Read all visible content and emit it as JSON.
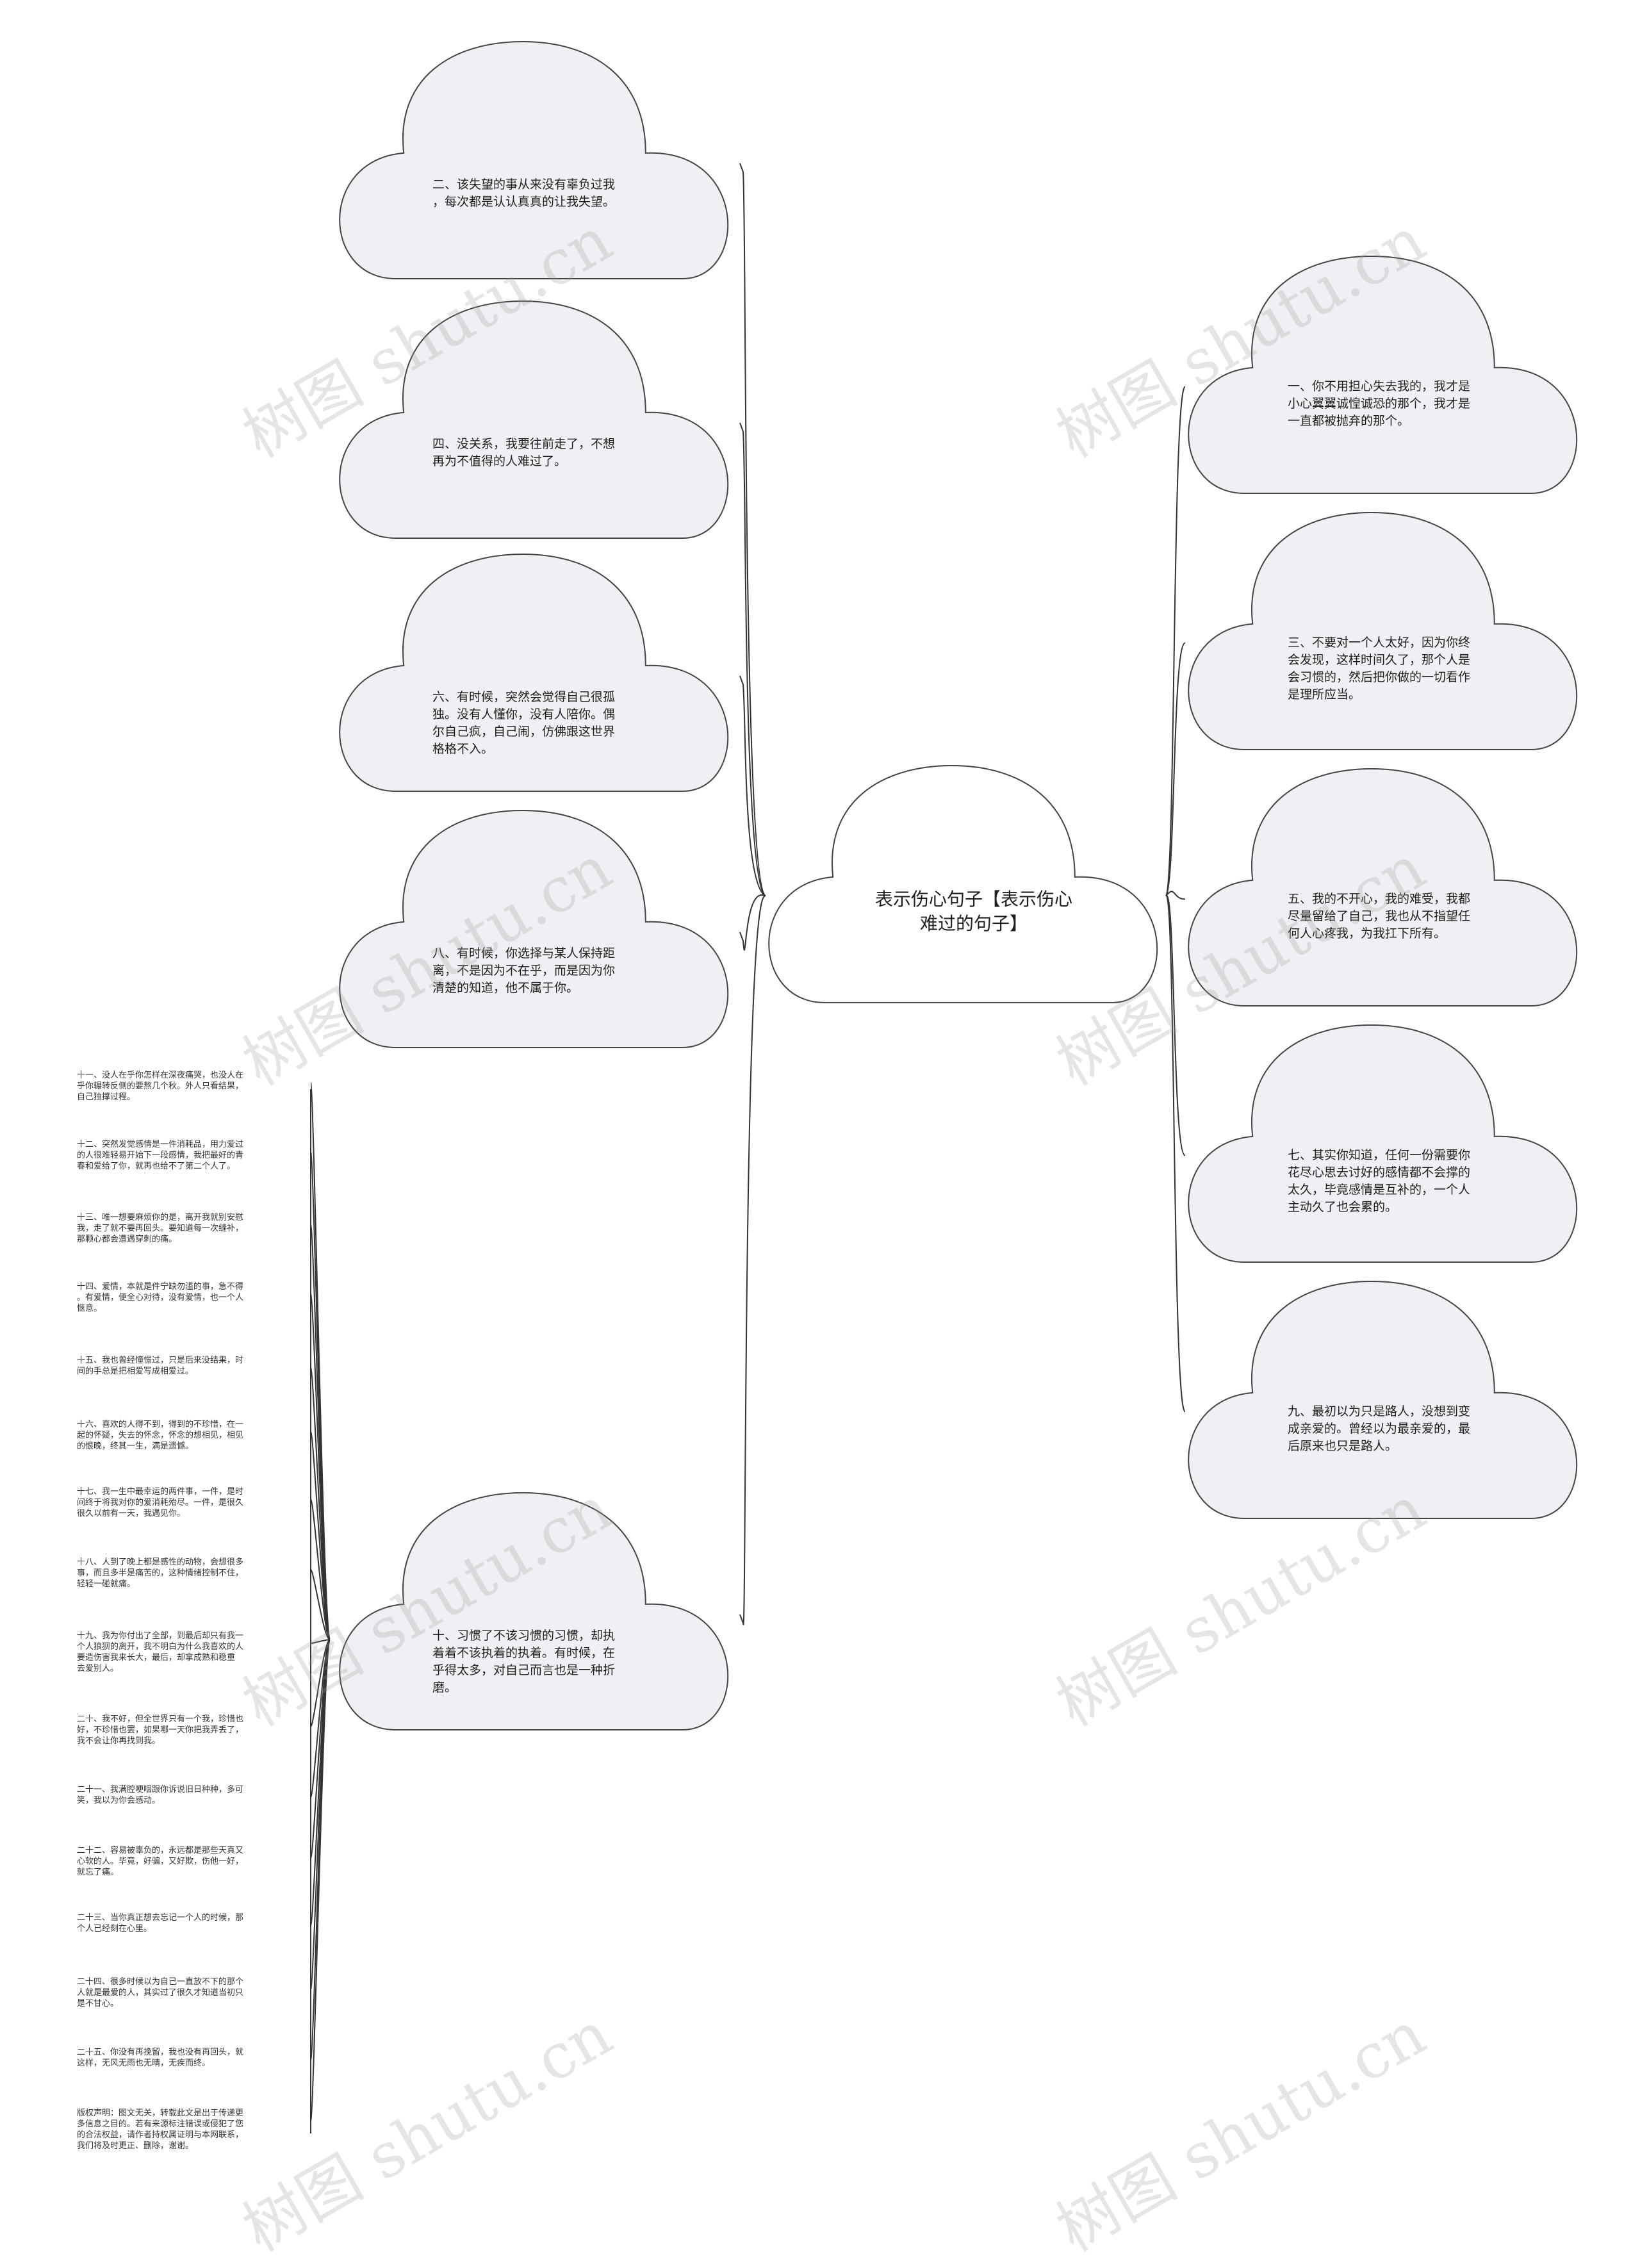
{
  "center": {
    "lines": [
      "表示伤心句子【表示伤心",
      "难过的句子】"
    ]
  },
  "left_nodes": [
    {
      "lines": [
        "二、该失望的事从来没有辜负过我",
        "，每次都是认认真真的让我失望。"
      ]
    },
    {
      "lines": [
        "四、没关系，我要往前走了，不想",
        "再为不值得的人难过了。"
      ]
    },
    {
      "lines": [
        "六、有时候，突然会觉得自己很孤",
        "独。没有人懂你，没有人陪你。偶",
        "尔自己疯，自己闹，仿佛跟这世界",
        "格格不入。"
      ]
    },
    {
      "lines": [
        "八、有时候，你选择与某人保持距",
        "离，不是因为不在乎，而是因为你",
        "清楚的知道，他不属于你。"
      ]
    },
    {
      "lines": [
        "十、习惯了不该习惯的习惯，却执",
        "着着不该执着的执着。有时候，在",
        "乎得太多，对自己而言也是一种折",
        "磨。"
      ]
    }
  ],
  "right_nodes": [
    {
      "lines": [
        "一、你不用担心失去我的，我才是",
        "小心翼翼诚惶诚恐的那个，我才是",
        "一直都被抛弃的那个。"
      ]
    },
    {
      "lines": [
        "三、不要对一个人太好，因为你终",
        "会发现，这样时间久了，那个人是",
        "会习惯的，然后把你做的一切看作",
        "是理所应当。"
      ]
    },
    {
      "lines": [
        "五、我的不开心，我的难受，我都",
        "尽量留给了自己，我也从不指望任",
        "何人心疼我，为我扛下所有。"
      ]
    },
    {
      "lines": [
        "七、其实你知道，任何一份需要你",
        "花尽心思去讨好的感情都不会撑的",
        "太久，毕竟感情是互补的，一个人",
        "主动久了也会累的。"
      ]
    },
    {
      "lines": [
        "九、最初以为只是路人，没想到变",
        "成亲爱的。曾经以为最亲爱的，最",
        "后原来也只是路人。"
      ]
    }
  ],
  "leaf_nodes": [
    {
      "lines": [
        "十一、没人在乎你怎样在深夜痛哭，也没人在",
        "乎你辗转反侧的要熬几个秋。外人只看结果，",
        "自己独撑过程。"
      ]
    },
    {
      "lines": [
        "十二、突然发觉感情是一件消耗品，用力爱过",
        "的人很难轻易开始下一段感情，我把最好的青",
        "春和爱给了你，就再也给不了第二个人了。"
      ]
    },
    {
      "lines": [
        "十三、唯一想要麻烦你的是，离开我就别安慰",
        "我，走了就不要再回头。要知道每一次缝补，",
        "那颗心都会遭遇穿刺的痛。"
      ]
    },
    {
      "lines": [
        "十四、爱情，本就是件宁缺勿滥的事，急不得",
        "。有爱情，便全心对待，没有爱情，也一个人",
        "惬意。"
      ]
    },
    {
      "lines": [
        "十五、我也曾经憧憬过，只是后来没结果，时",
        "间的手总是把相爱写成相爱过。"
      ]
    },
    {
      "lines": [
        "十六、喜欢的人得不到，得到的不珍惜，在一",
        "起的怀疑，失去的怀念，怀念的想相见，相见",
        "的恨晚，终其一生，满是遗憾。"
      ]
    },
    {
      "lines": [
        "十七、我一生中最幸运的两件事，一件，是时",
        "间终于将我对你的爱消耗殆尽。一件，是很久",
        "很久以前有一天，我遇见你。"
      ]
    },
    {
      "lines": [
        "十八、人到了晚上都是感性的动物，会想很多",
        "事，而且多半是痛苦的，这种情绪控制不住，",
        "轻轻一碰就痛。"
      ]
    },
    {
      "lines": [
        "十九、我为你付出了全部，到最后却只有我一",
        "个人狼狈的离开，我不明白为什么我喜欢的人",
        "要造伤害我来长大，最后，却拿成熟和稳重",
        "去爱别人。"
      ]
    },
    {
      "lines": [
        "二十、我不好，但全世界只有一个我，珍惜也",
        "好，不珍惜也罢，如果哪一天你把我弄丢了，",
        "我不会让你再找到我。"
      ]
    },
    {
      "lines": [
        "二十一、我满腔哽咽跟你诉说旧日种种，多可",
        "笑，我以为你会感动。"
      ]
    },
    {
      "lines": [
        "二十二、容易被辜负的，永远都是那些天真又",
        "心软的人。毕竟，好骗，又好欺，伤他一好，",
        "就忘了痛。"
      ]
    },
    {
      "lines": [
        "二十三、当你真正想去忘记一个人的时候，那",
        "个人已经刻在心里。"
      ]
    },
    {
      "lines": [
        "二十四、很多时候以为自己一直放不下的那个",
        "人就是最爱的人，其实过了很久才知道当初只",
        "是不甘心。"
      ]
    },
    {
      "lines": [
        "二十五、你没有再挽留，我也没有再回头，就",
        "这样，无风无雨也无晴，无疾而终。"
      ]
    },
    {
      "lines": [
        "版权声明：图文无关，转载此文是出于传递更",
        "多信息之目的。若有来源标注错误或侵犯了您",
        "的合法权益，请作者持权属证明与本网联系，",
        "我们将及时更正、删除，谢谢。"
      ]
    }
  ],
  "watermark": "树图 shutu.cn",
  "colors": {
    "cloud_fill": "#eef0f3",
    "center_fill": "#ffffff",
    "stroke": "#444444",
    "edge": "#333333"
  }
}
